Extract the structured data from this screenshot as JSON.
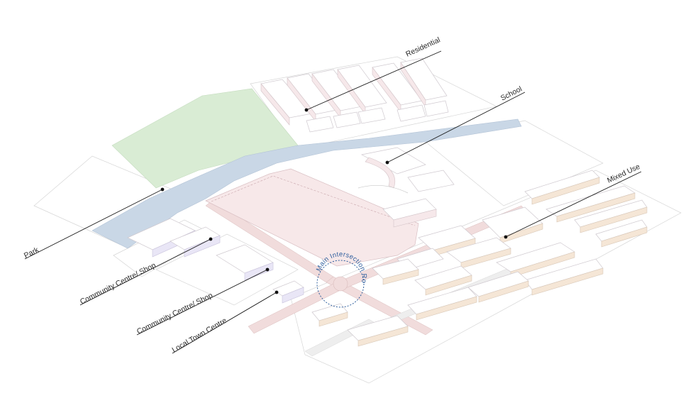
{
  "diagram": {
    "labels": {
      "residential": "Residential",
      "school": "School",
      "mixed_use": "Mixed Use",
      "park": "Park",
      "community_centre_shop_1": "Community Centre/ Shop",
      "community_centre_shop_2": "Community Centre/ Shop",
      "local_town_centre": "Local Town Centre",
      "roundabout": "Main Intersection Roundabout"
    },
    "colors": {
      "park_green": "#d9ecd4",
      "river_blue": "#c9d7e6",
      "plaza_pink": "#f7e8e9",
      "road_pink": "#efd6d6",
      "label_blue": "#2f5f9e",
      "leader_black": "#1c1c1c"
    }
  }
}
